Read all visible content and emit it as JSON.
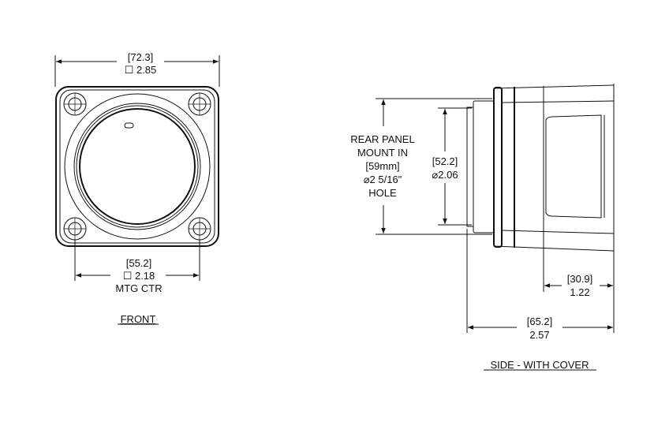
{
  "front": {
    "title": "FRONT",
    "width_mm": "[72.3]",
    "width_in": "☐ 2.85",
    "mtg_mm": "[55.2]",
    "mtg_in": "☐ 2.18",
    "mtg_label": "MTG CTR"
  },
  "side": {
    "title": "SIDE - WITH COVER",
    "panel_lines": [
      "REAR PANEL",
      "MOUNT IN",
      "[59mm]",
      "⌀2 5/16\"",
      "HOLE"
    ],
    "dia_mm": "[52.2]",
    "dia_in": "⌀2.06",
    "cover_mm": "[30.9]",
    "cover_in": "1.22",
    "length_mm": "[65.2]",
    "length_in": "2.57"
  }
}
